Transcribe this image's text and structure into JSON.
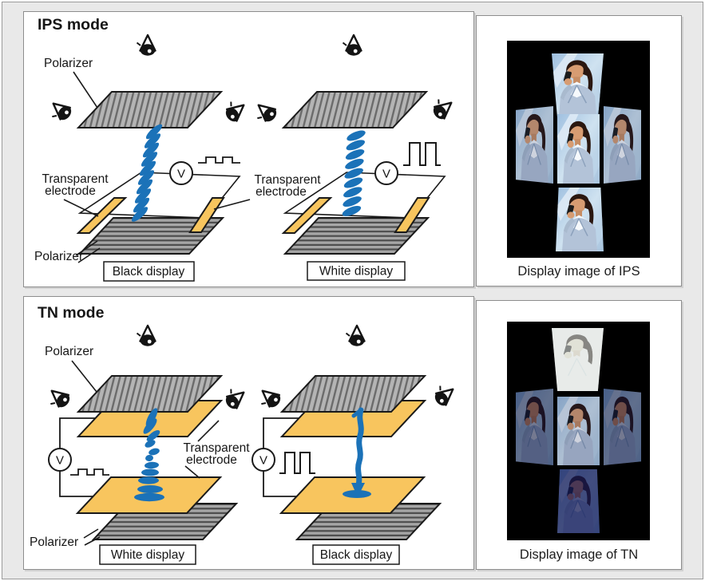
{
  "colors": {
    "lc_blue": "#1b72b8",
    "electrode_yellow": "#f8c55e",
    "polarizer_gray": "#b4b4b4",
    "polarizer_stripe_dark": "#4d4d4d",
    "outline_black": "#1a1a1a",
    "page_bg": "#e9e9e9",
    "panel_bg": "#ffffff"
  },
  "ips": {
    "title": "IPS mode",
    "labels": {
      "polarizer_top": "Polarizer",
      "polarizer_bottom": "Polarizer",
      "electrode_left_1": "Transparent",
      "electrode_left_2": "electrode",
      "electrode_mid_1": "Transparent",
      "electrode_mid_2": "electrode",
      "voltage": "V"
    },
    "captions": {
      "left": "Black display",
      "right": "White display"
    },
    "photo_caption": "Display image of IPS"
  },
  "tn": {
    "title": "TN mode",
    "labels": {
      "polarizer_top": "Polarizer",
      "polarizer_bottom": "Polarizer",
      "electrode_1": "Transparent",
      "electrode_2": "electrode",
      "voltage": "V"
    },
    "captions": {
      "left": "White display",
      "right": "Black display"
    },
    "photo_caption": "Display image of TN"
  }
}
